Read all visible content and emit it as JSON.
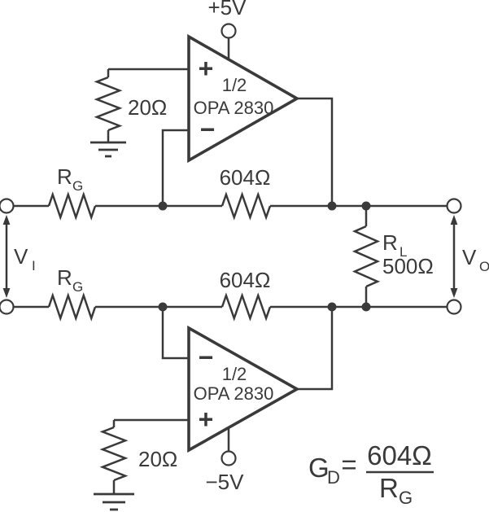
{
  "colors": {
    "ink": "#3a3a3a",
    "background": "#ffffff"
  },
  "power": {
    "positive_label": "+5V",
    "negative_label": "−5V"
  },
  "opamp_top": {
    "half": "1/2",
    "part": "OPA 2830",
    "plus": "+",
    "minus": "−"
  },
  "opamp_bottom": {
    "half": "1/2",
    "part": "OPA 2830",
    "plus": "+",
    "minus": "−"
  },
  "resistors": {
    "rg_top": {
      "symbol": "R",
      "subscript": "G"
    },
    "rg_bottom": {
      "symbol": "R",
      "subscript": "G"
    },
    "feedback_top": "604Ω",
    "feedback_bottom": "604Ω",
    "bias_top": "20Ω",
    "bias_bottom": "20Ω",
    "load": {
      "symbol": "R",
      "subscript": "L",
      "value": "500Ω"
    }
  },
  "ports": {
    "input": {
      "symbol": "V",
      "subscript": "I"
    },
    "output": {
      "symbol": "V",
      "subscript": "O"
    }
  },
  "equation": {
    "gain_symbol": "G",
    "gain_subscript": "D",
    "equals": "=",
    "numerator": "604Ω",
    "denominator_symbol": "R",
    "denominator_subscript": "G"
  }
}
